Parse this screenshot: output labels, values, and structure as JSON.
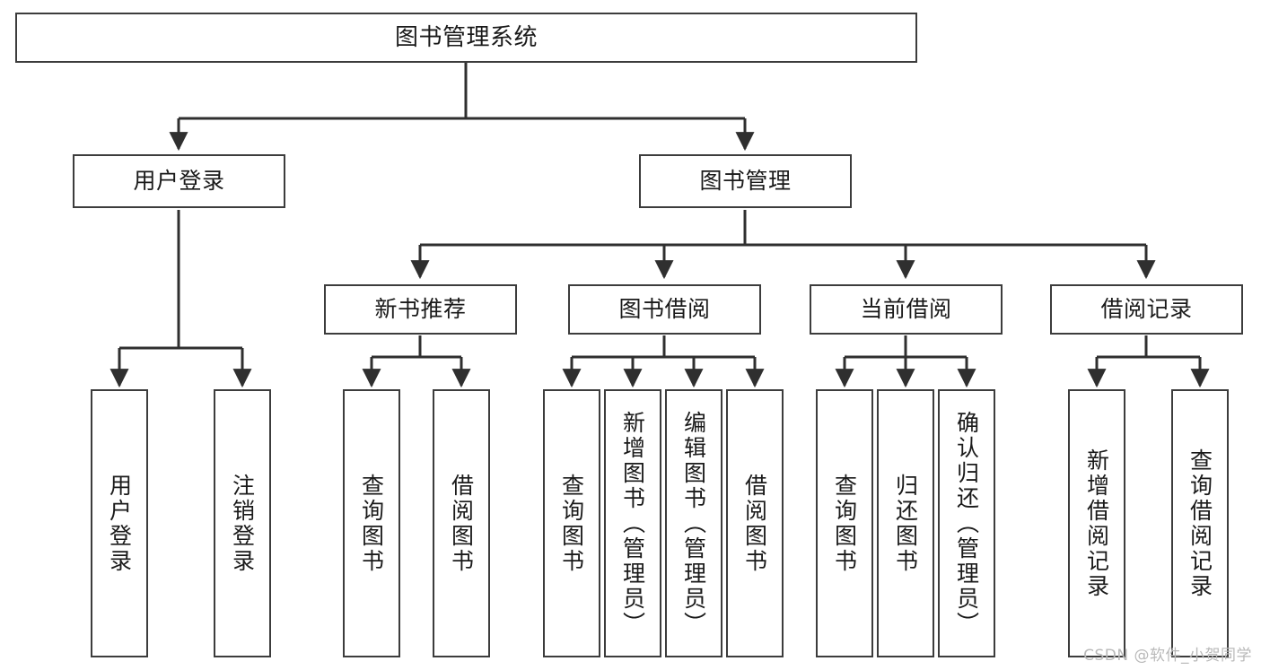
{
  "diagram": {
    "title": "图书管理系统",
    "watermark": "CSDN @软件_小贺同学",
    "colors": {
      "border": "#3c3c3c",
      "background": "#ffffff",
      "text": "#1a1a1a",
      "edge": "#2f2f2f",
      "watermark": "#b9b9b9"
    },
    "levels": {
      "root": {
        "label": "图书管理系统"
      },
      "modules": [
        {
          "label": "用户登录"
        },
        {
          "label": "图书管理"
        }
      ],
      "submodules": [
        {
          "label": "新书推荐"
        },
        {
          "label": "图书借阅"
        },
        {
          "label": "当前借阅"
        },
        {
          "label": "借阅记录"
        }
      ],
      "leaves": [
        {
          "label": "用户登录",
          "parent": "用户登录"
        },
        {
          "label": "注销登录",
          "parent": "用户登录"
        },
        {
          "label": "查询图书",
          "parent": "新书推荐"
        },
        {
          "label": "借阅图书",
          "parent": "新书推荐"
        },
        {
          "label": "查询图书",
          "parent": "图书借阅"
        },
        {
          "label": "新增图书（管理员）",
          "parent": "图书借阅"
        },
        {
          "label": "编辑图书（管理员）",
          "parent": "图书借阅"
        },
        {
          "label": "借阅图书",
          "parent": "图书借阅"
        },
        {
          "label": "查询图书",
          "parent": "当前借阅"
        },
        {
          "label": "归还图书",
          "parent": "当前借阅"
        },
        {
          "label": "确认归还（管理员）",
          "parent": "当前借阅"
        },
        {
          "label": "新增借阅记录",
          "parent": "借阅记录"
        },
        {
          "label": "查询借阅记录",
          "parent": "借阅记录"
        }
      ]
    }
  }
}
